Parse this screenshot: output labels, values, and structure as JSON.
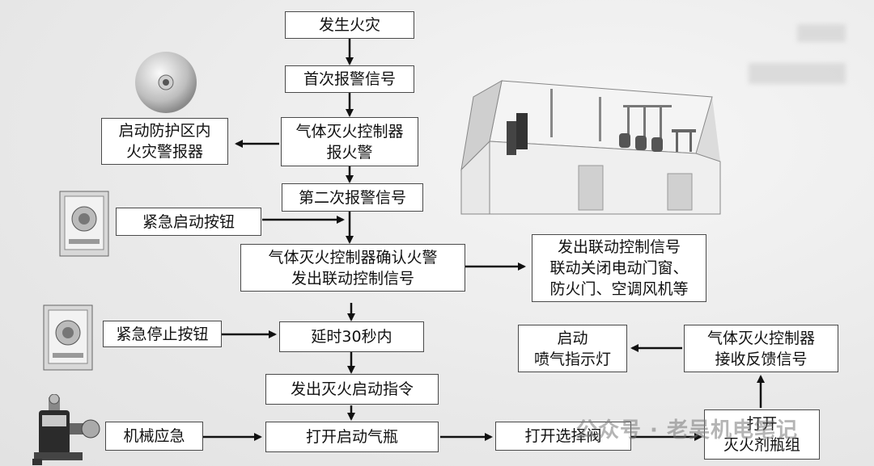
{
  "flow": {
    "fire": "发生火灾",
    "first_alarm": "首次报警信号",
    "controller_alarm": "气体灭火控制器\n报火警",
    "zone_alarm": "启动防护区内\n火灾警报器",
    "second_alarm": "第二次报警信号",
    "emergency_start": "紧急启动按钮",
    "confirm": "气体灭火控制器确认火警\n发出联动控制信号",
    "linkage": "发出联动控制信号\n联动关闭电动门窗、\n防火门、空调风机等",
    "emergency_stop": "紧急停止按钮",
    "delay": "延时30秒内",
    "command": "发出灭火启动指令",
    "start_light": "启动\n喷气指示灯",
    "feedback": "气体灭火控制器\n接收反馈信号",
    "mechanical": "机械应急",
    "open_cylinder": "打开启动气瓶",
    "open_valve": "打开选择阀",
    "open_agent": "打开\n灭火剂瓶组"
  },
  "watermark": "公众号 · 老吴机电笔记"
}
